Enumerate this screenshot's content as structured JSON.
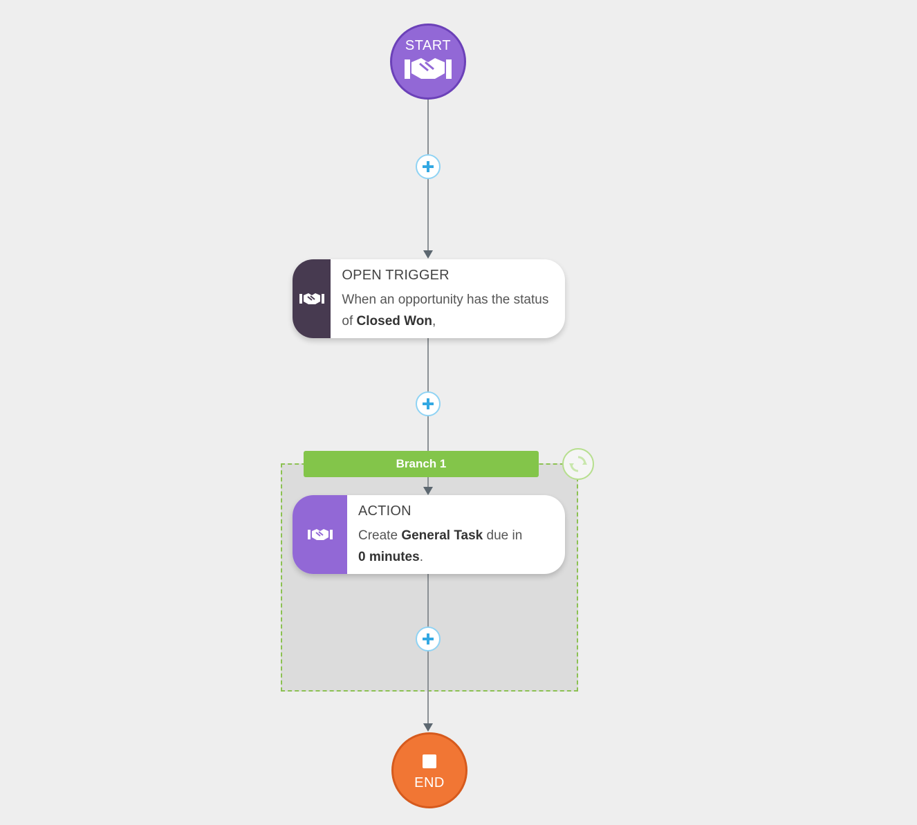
{
  "start": {
    "label": "START",
    "icon": "handshake-icon"
  },
  "end": {
    "label": "END",
    "icon": "stop-square-icon"
  },
  "trigger": {
    "title": "OPEN TRIGGER",
    "text_part1": "When an opportunity has the status of ",
    "text_bold": "Closed Won",
    "text_part2": ",",
    "icon": "handshake-icon",
    "accent_color": "#473a50"
  },
  "branch": {
    "label": "Branch 1",
    "refresh_icon": "refresh-icon",
    "color": "#83c54a"
  },
  "action": {
    "title": "ACTION",
    "text_part1": "Create ",
    "text_bold1": "General Task",
    "text_part2": " due in ",
    "text_bold2": "0 minutes",
    "text_part3": ".",
    "icon": "handshake-icon",
    "accent_color": "#9268d6"
  },
  "colors": {
    "start": "#9268d6",
    "end": "#f17634",
    "plus_border": "#8fd3f4"
  }
}
